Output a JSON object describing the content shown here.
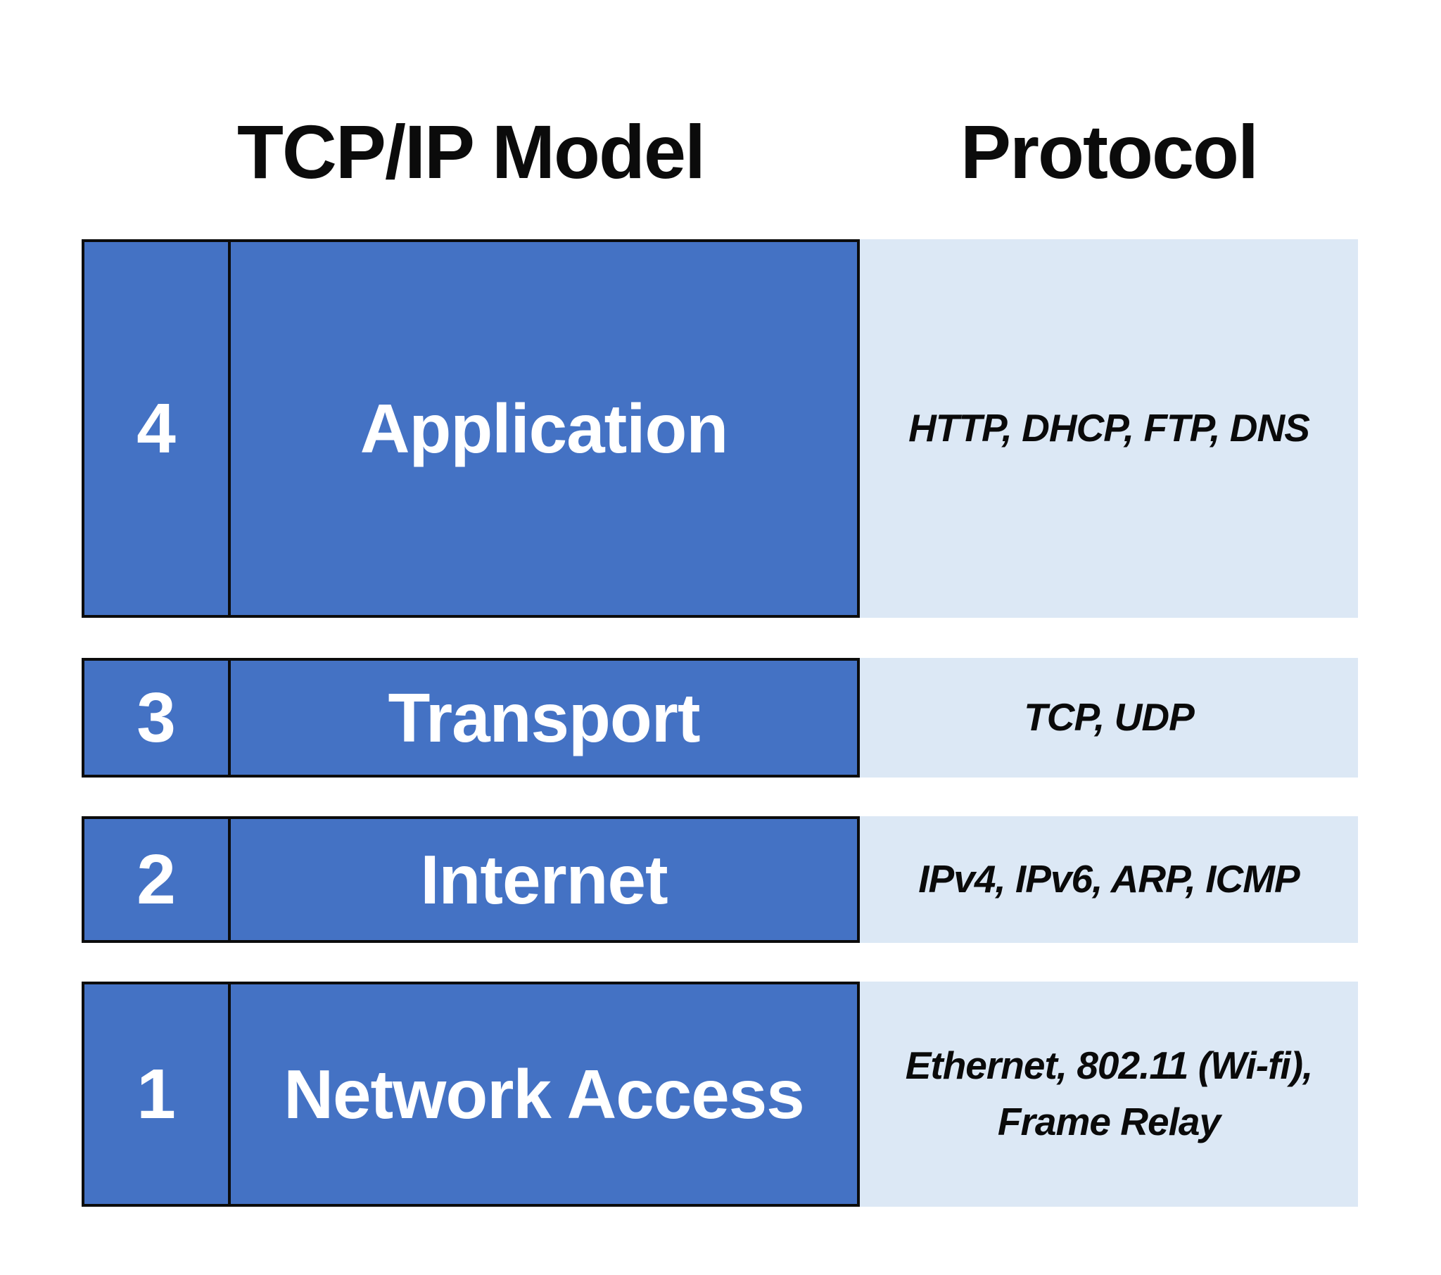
{
  "header": {
    "model_title": "TCP/IP Model",
    "protocol_title": "Protocol"
  },
  "colors": {
    "layer_fill": "#4472c4",
    "protocol_fill": "#dce8f5",
    "border": "#0c0c0c",
    "layer_text": "#ffffff",
    "protocol_text": "#0a0a0a"
  },
  "rows": [
    {
      "number": "4",
      "label": "Application",
      "protocols": "HTTP, DHCP, FTP, DNS"
    },
    {
      "number": "3",
      "label": "Transport",
      "protocols": "TCP, UDP"
    },
    {
      "number": "2",
      "label": "Internet",
      "protocols": "IPv4, IPv6, ARP, ICMP"
    },
    {
      "number": "1",
      "label": "Network Access",
      "protocols": "Ethernet, 802.11 (Wi-fi), Frame Relay"
    }
  ]
}
